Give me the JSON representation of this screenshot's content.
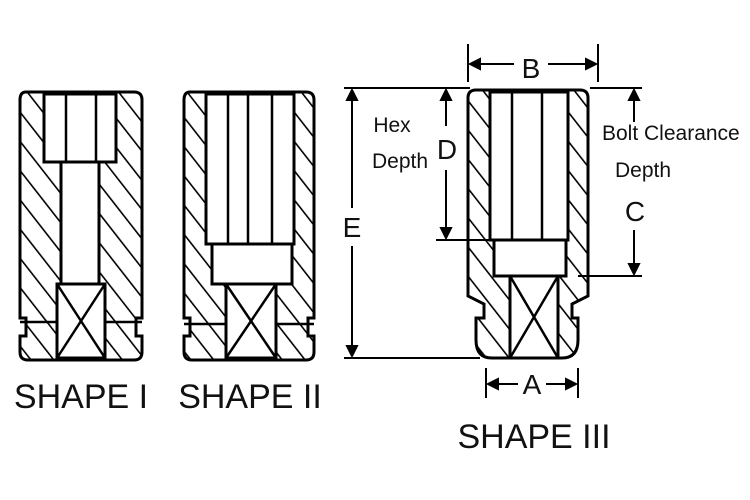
{
  "shapes": [
    {
      "caption": "SHAPE I"
    },
    {
      "caption": "SHAPE II"
    },
    {
      "caption": "SHAPE III"
    }
  ],
  "dimensions": {
    "a": "A",
    "b": "B",
    "c": "C",
    "d": "D",
    "e": "E"
  },
  "labels": {
    "hex_line1": "Hex",
    "hex_line2": "Depth",
    "bolt_line1": "Bolt Clearance",
    "bolt_line2": "Depth"
  },
  "colors": {
    "ink": "#000000",
    "background": "#ffffff"
  }
}
